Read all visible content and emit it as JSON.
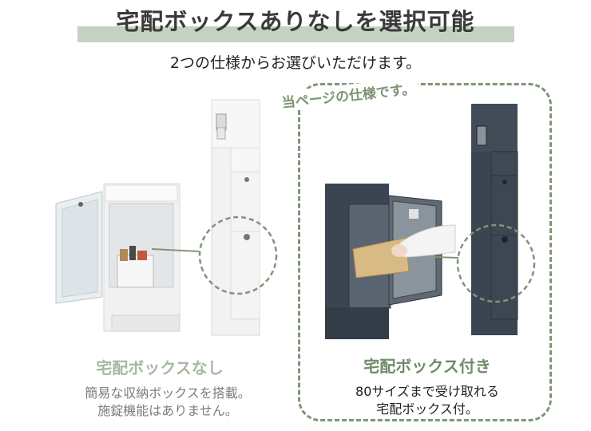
{
  "header": {
    "title": "宅配ボックスありなしを選択可能",
    "subtitle": "2つの仕様からお選びいただけます。"
  },
  "callout": {
    "this_page": "当ページの仕様です。"
  },
  "options": [
    {
      "label": "宅配ボックスなし",
      "description_lines": [
        "簡易な収納ボックスを搭載。",
        "施錠機能はありません。"
      ]
    },
    {
      "label": "宅配ボックス付き",
      "description_lines": [
        "80サイズまで受け取れる",
        "宅配ボックス付。"
      ]
    }
  ],
  "colors": {
    "accent_green": "#7d9677",
    "title_band": "#c5d2c2",
    "white_unit": "#f2f2f2",
    "dark_unit": "#3b4552"
  }
}
